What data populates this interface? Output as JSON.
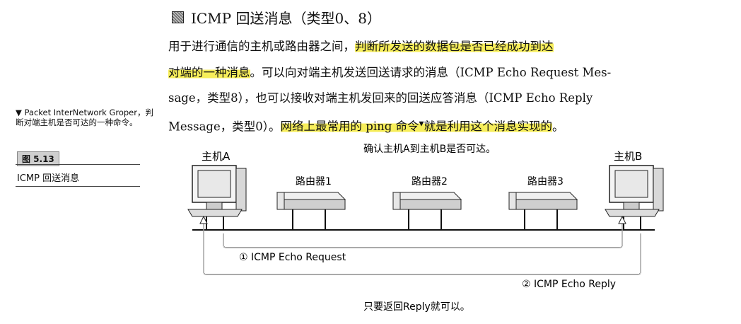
{
  "section": {
    "title": "ICMP 回送消息（类型0、8）"
  },
  "paragraph": {
    "line1_a": "用于进行通信的主机或路由器之间，",
    "line1_hl": "判断所发送的数据包是否已经成功到达",
    "line2_hl": "对端的一种消息",
    "line2_b": "。可以向对端主机发送回送请求的消息（ICMP Echo Request Mes-",
    "line3": "sage，类型8），也可以接收对端主机发回来的回送应答消息（ICMP Echo Reply",
    "line4_a": "Message，类型0）。",
    "line4_hl1": "网络上最常用的 ping 命令",
    "line4_mark": "▼",
    "line4_hl2": "就是利用这个消息实现的",
    "line4_end": "。"
  },
  "sidebar": {
    "note": "▼ Packet InterNetwork Groper，判断对端主机是否可达的一种命令。",
    "figure_tag": "图 5.13",
    "figure_caption": "ICMP 回送消息"
  },
  "diagram": {
    "top_caption": "确认主机A到主机B是否可达。",
    "host_a": "主机A",
    "host_b": "主机B",
    "routers": [
      "路由器1",
      "路由器2",
      "路由器3"
    ],
    "request_label": "① ICMP Echo Request",
    "reply_label": "② ICMP Echo Reply",
    "bottom_caption": "只要返回Reply就可以。"
  }
}
